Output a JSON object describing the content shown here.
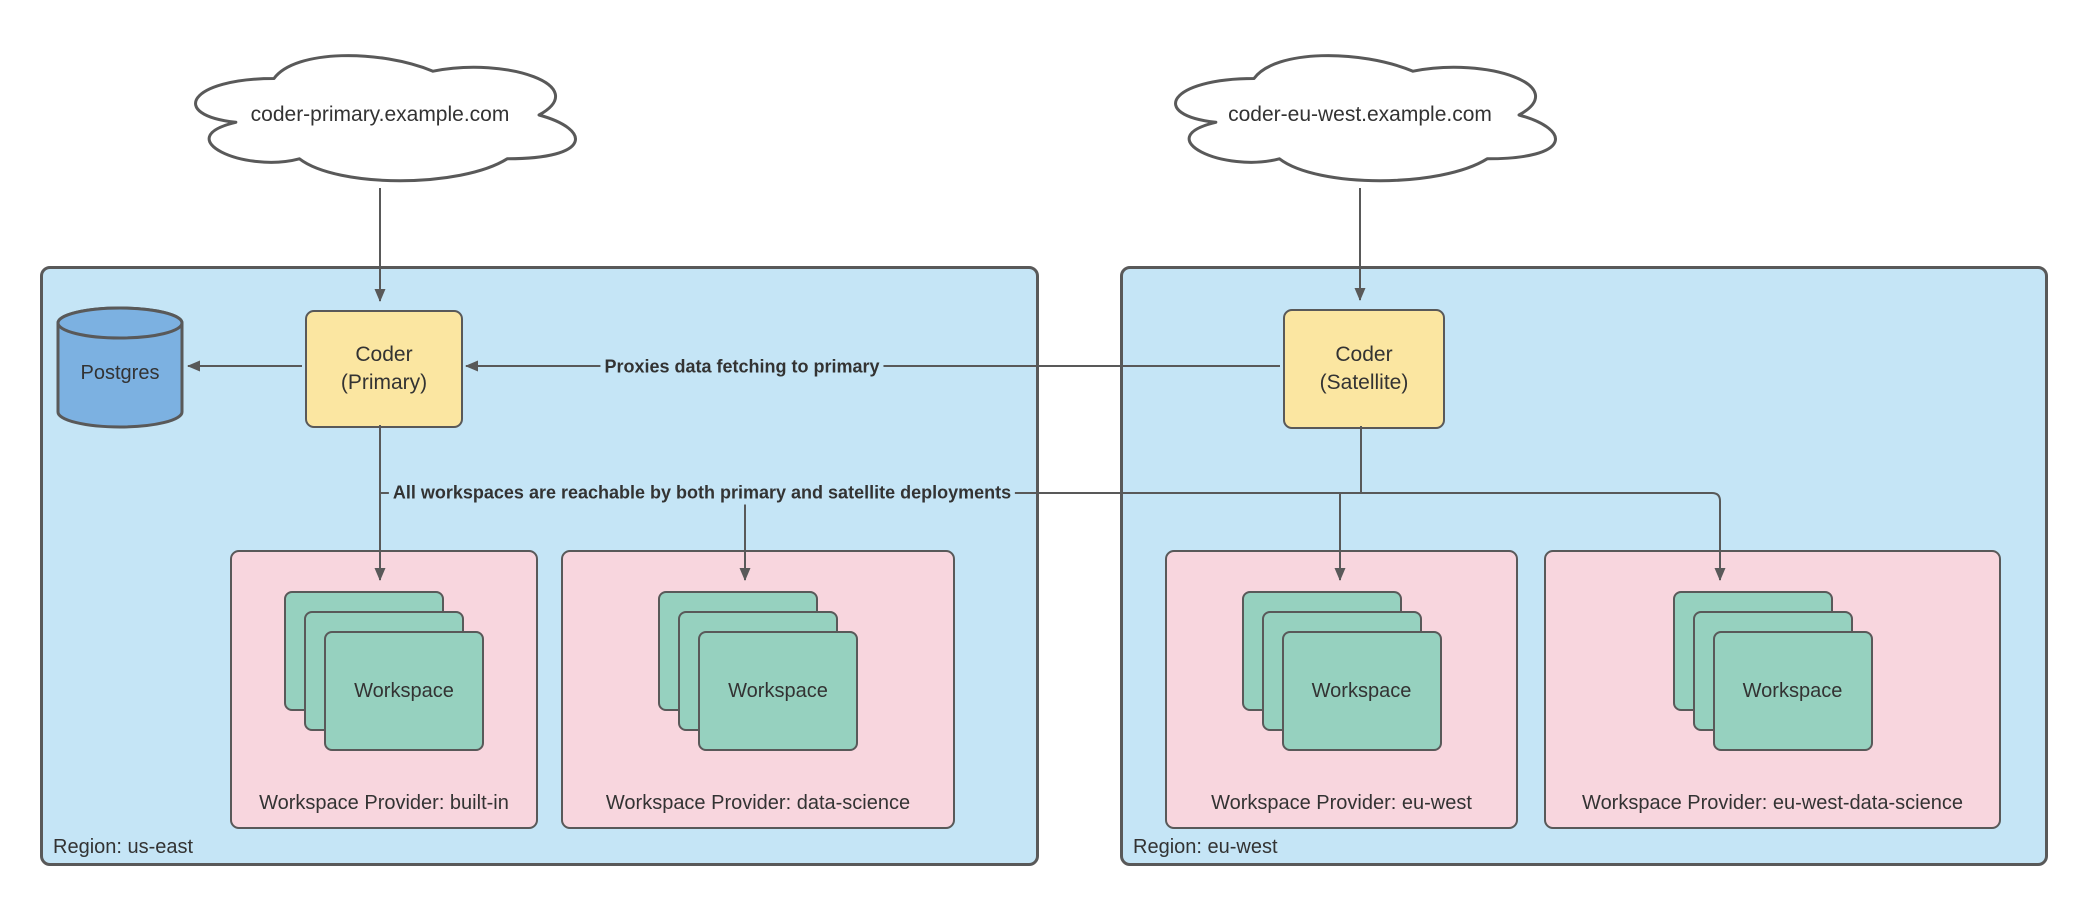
{
  "colors": {
    "region_fill": "#C5E5F6",
    "provider_fill": "#F8D6DE",
    "workspace_fill": "#96D1BF",
    "coder_fill": "#FBE6A1",
    "database_fill": "#7CB1E1",
    "stroke": "#595959",
    "text": "#333333"
  },
  "clouds": [
    {
      "label": "coder-primary.example.com"
    },
    {
      "label": "coder-eu-west.example.com"
    }
  ],
  "regions": [
    {
      "label": "Region: us-east",
      "database_label": "Postgres",
      "coder_title": "Coder",
      "coder_subtitle": "(Primary)",
      "providers": [
        {
          "label": "Workspace Provider: built-in",
          "workspace_label": "Workspace"
        },
        {
          "label": "Workspace Provider: data-science",
          "workspace_label": "Workspace"
        }
      ]
    },
    {
      "label": "Region: eu-west",
      "coder_title": "Coder",
      "coder_subtitle": "(Satellite)",
      "providers": [
        {
          "label": "Workspace Provider: eu-west",
          "workspace_label": "Workspace"
        },
        {
          "label": "Workspace Provider: eu-west-data-science",
          "workspace_label": "Workspace"
        }
      ]
    }
  ],
  "edge_labels": {
    "proxy": "Proxies data fetching to primary",
    "workspaces": "All workspaces are reachable by both primary and satellite deployments"
  }
}
